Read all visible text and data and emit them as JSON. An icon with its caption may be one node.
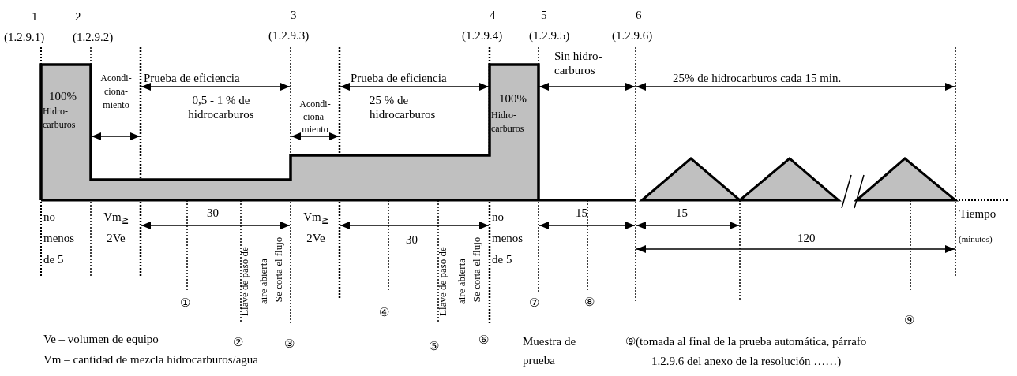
{
  "diagram": {
    "labels": [
      "1",
      "(1.2.9.1)",
      "2",
      "(1.2.9.2)",
      "3",
      "(1.2.9.3)",
      "4",
      "(1.2.9.4)",
      "5",
      "(1.2.9.5)",
      "6",
      "(1.2.9.6)",
      "100%",
      "Hidro- carburos",
      "Acondi- ciona- miento",
      "Prueba de eficiencia",
      "0,5 - 1 % de hidrocarburos",
      "Acondi- ciona- miento",
      "Prueba de eficiencia",
      "25 % de hidrocarburos",
      "100%",
      "Hidro- carburos",
      "Sin hidro- carburos",
      "25% de hidrocarburos cada 15 min.",
      "no menos de 5",
      "Vm$_{≧}$ 2Ve",
      "30",
      "Llave de paso de aire abierta",
      "Se corta el flujo",
      "Vm$_{≧}$ 2Ve",
      "30",
      "Llave de paso de aire abierta",
      "Se corta el flujo",
      "no menos de 5",
      "15",
      "15",
      "Tiempo",
      "120",
      "(minutos)",
      "①",
      "②",
      "③",
      "④",
      "⑤",
      "⑥",
      "⑦",
      "⑧",
      "⑨",
      "Ve –  volumen de equipo",
      "Vm – cantidad de mezcla hidrocarburos/agua",
      "Muestra de prueba",
      "⑨(tomada al final de la prueba automática, párrafo 1.2.9.6 del anexo de la resolución ……)"
    ]
  }
}
